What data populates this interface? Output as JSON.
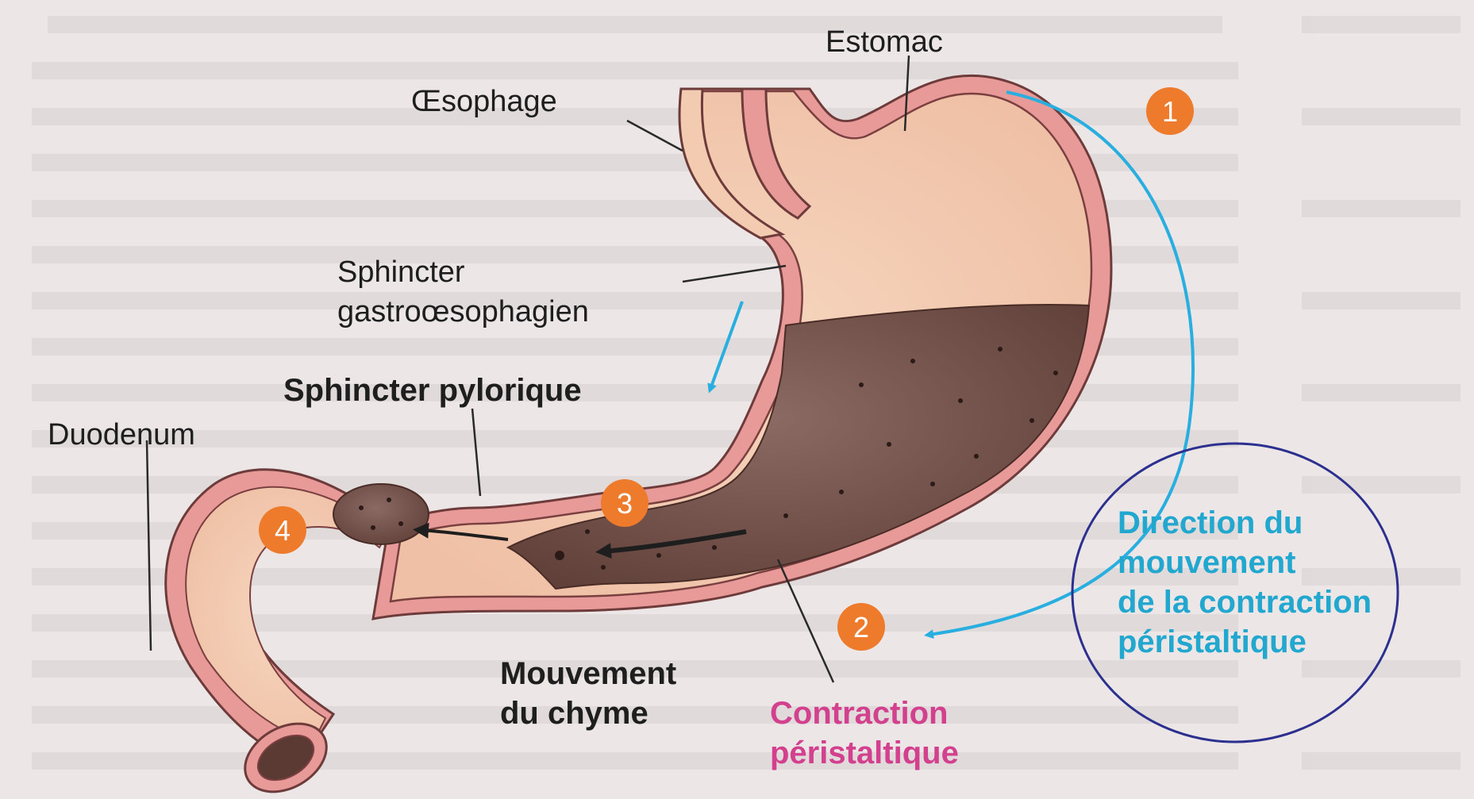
{
  "labels": {
    "estomac": "Estomac",
    "oesophage": "Œsophage",
    "sphincter_gastro_line1": "Sphincter",
    "sphincter_gastro_line2": "gastroœsophagien",
    "sphincter_pylorique": "Sphincter pylorique",
    "duodenum": "Duodenum",
    "mouvement_line1": "Mouvement",
    "mouvement_line2": "du chyme",
    "contraction_line1": "Contraction",
    "contraction_line2": "péristaltique",
    "direction_line1": "Direction du",
    "direction_line2": "mouvement",
    "direction_line3": "de la contraction",
    "direction_line4": "péristaltique"
  },
  "steps": [
    "1",
    "2",
    "3",
    "4"
  ],
  "colors": {
    "step_badge": "#ee7a2b",
    "direction_arrow": "#29aee0",
    "contraction_label": "#d2408e",
    "direction_label": "#22a7cf",
    "highlight_ellipse": "#2b2f8e",
    "chyme": "#6f4d46",
    "mucosa": "#f2cbb0",
    "wall": "#e79a98"
  }
}
